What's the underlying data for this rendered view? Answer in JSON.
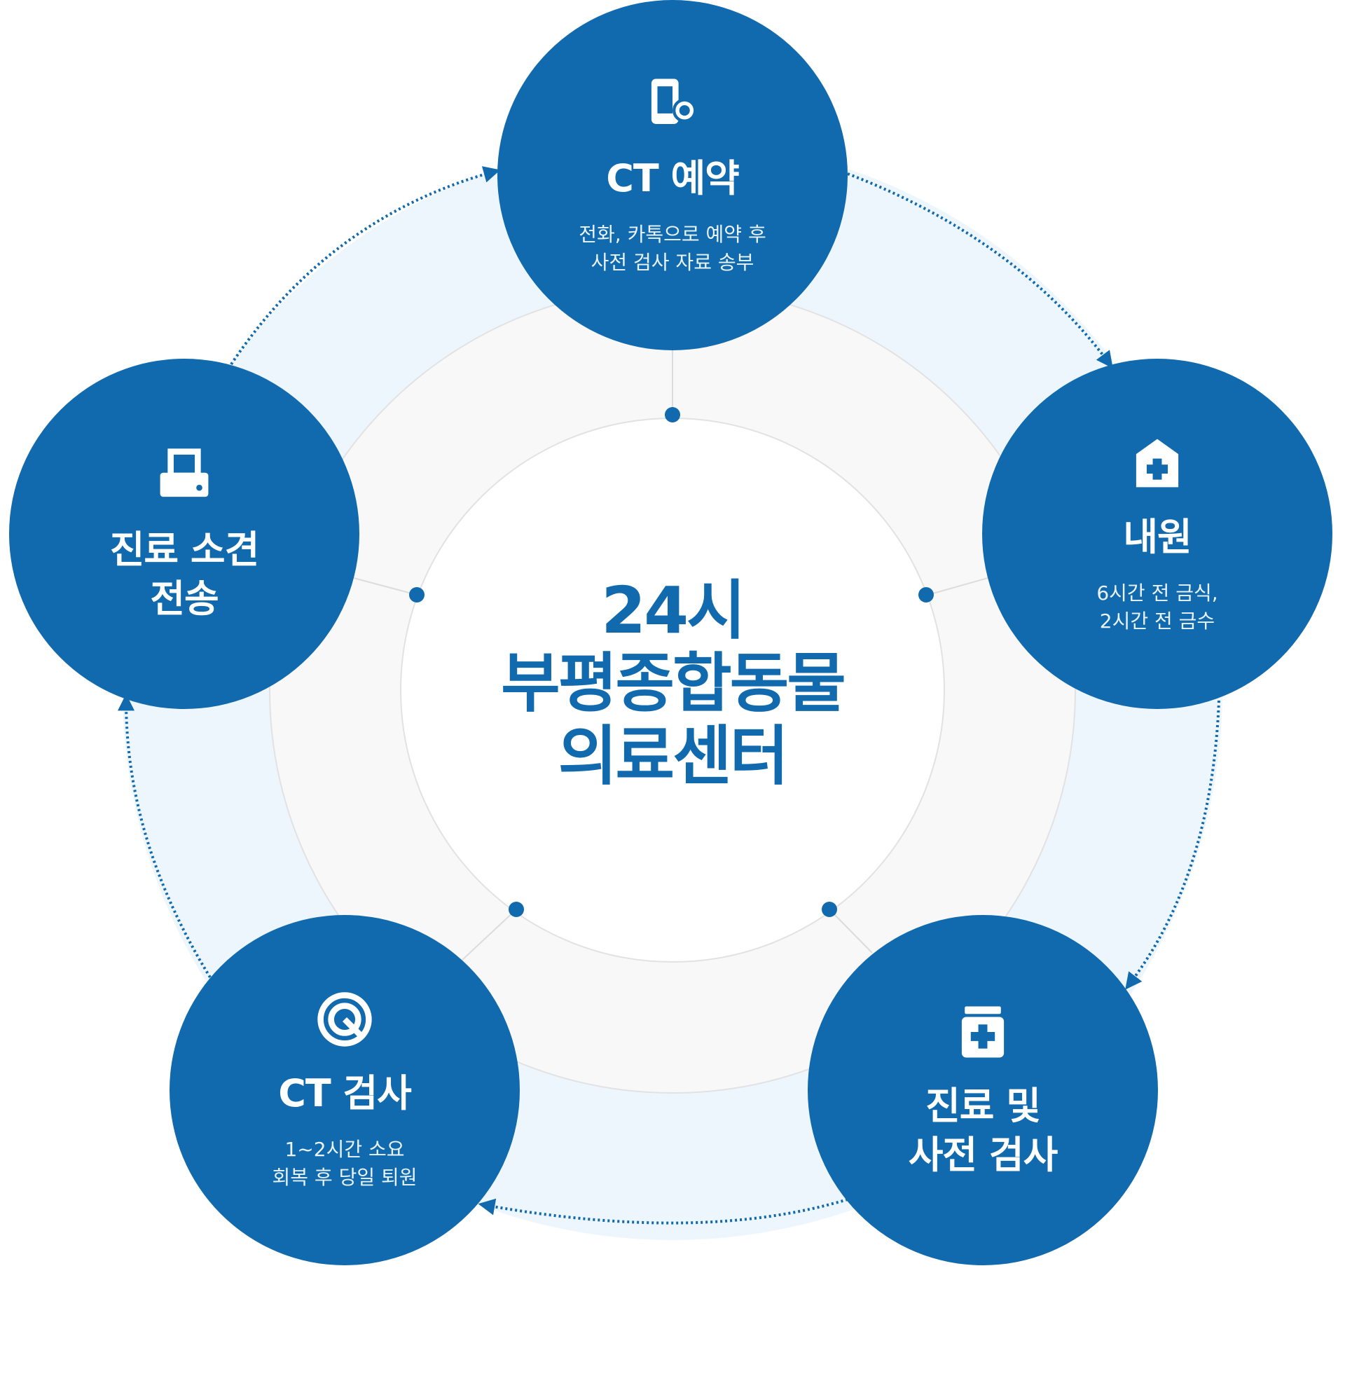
{
  "center": {
    "line1": "24시",
    "line2": "부평종합동물",
    "line3": "의료센터"
  },
  "steps": [
    {
      "id": "ct-reservation",
      "icon": "phone-search-icon",
      "title1": "CT 예약",
      "title2": "",
      "desc1": "전화, 카톡으로 예약 후",
      "desc2": "사전 검사 자료 송부"
    },
    {
      "id": "visit",
      "icon": "hospital-icon",
      "title1": "내원",
      "title2": "",
      "desc1": "6시간 전 금식,",
      "desc2": "2시간 전 금수"
    },
    {
      "id": "treatment-pre-exam",
      "icon": "medicine-box-icon",
      "title1": "진료 및",
      "title2": "사전 검사",
      "desc1": "",
      "desc2": ""
    },
    {
      "id": "ct-exam",
      "icon": "scan-target-icon",
      "title1": "CT 검사",
      "title2": "",
      "desc1": "1~2시간 소요",
      "desc2": "회복 후 당일 퇴원"
    },
    {
      "id": "report-send",
      "icon": "fax-icon",
      "title1": "진료 소견",
      "title2": "전송",
      "desc1": "",
      "desc2": ""
    }
  ],
  "colors": {
    "primary": "#106aad",
    "ring_fill": "#eef6fd",
    "inner_fill": "#f8f8f8",
    "line": "#dcdcdc"
  }
}
